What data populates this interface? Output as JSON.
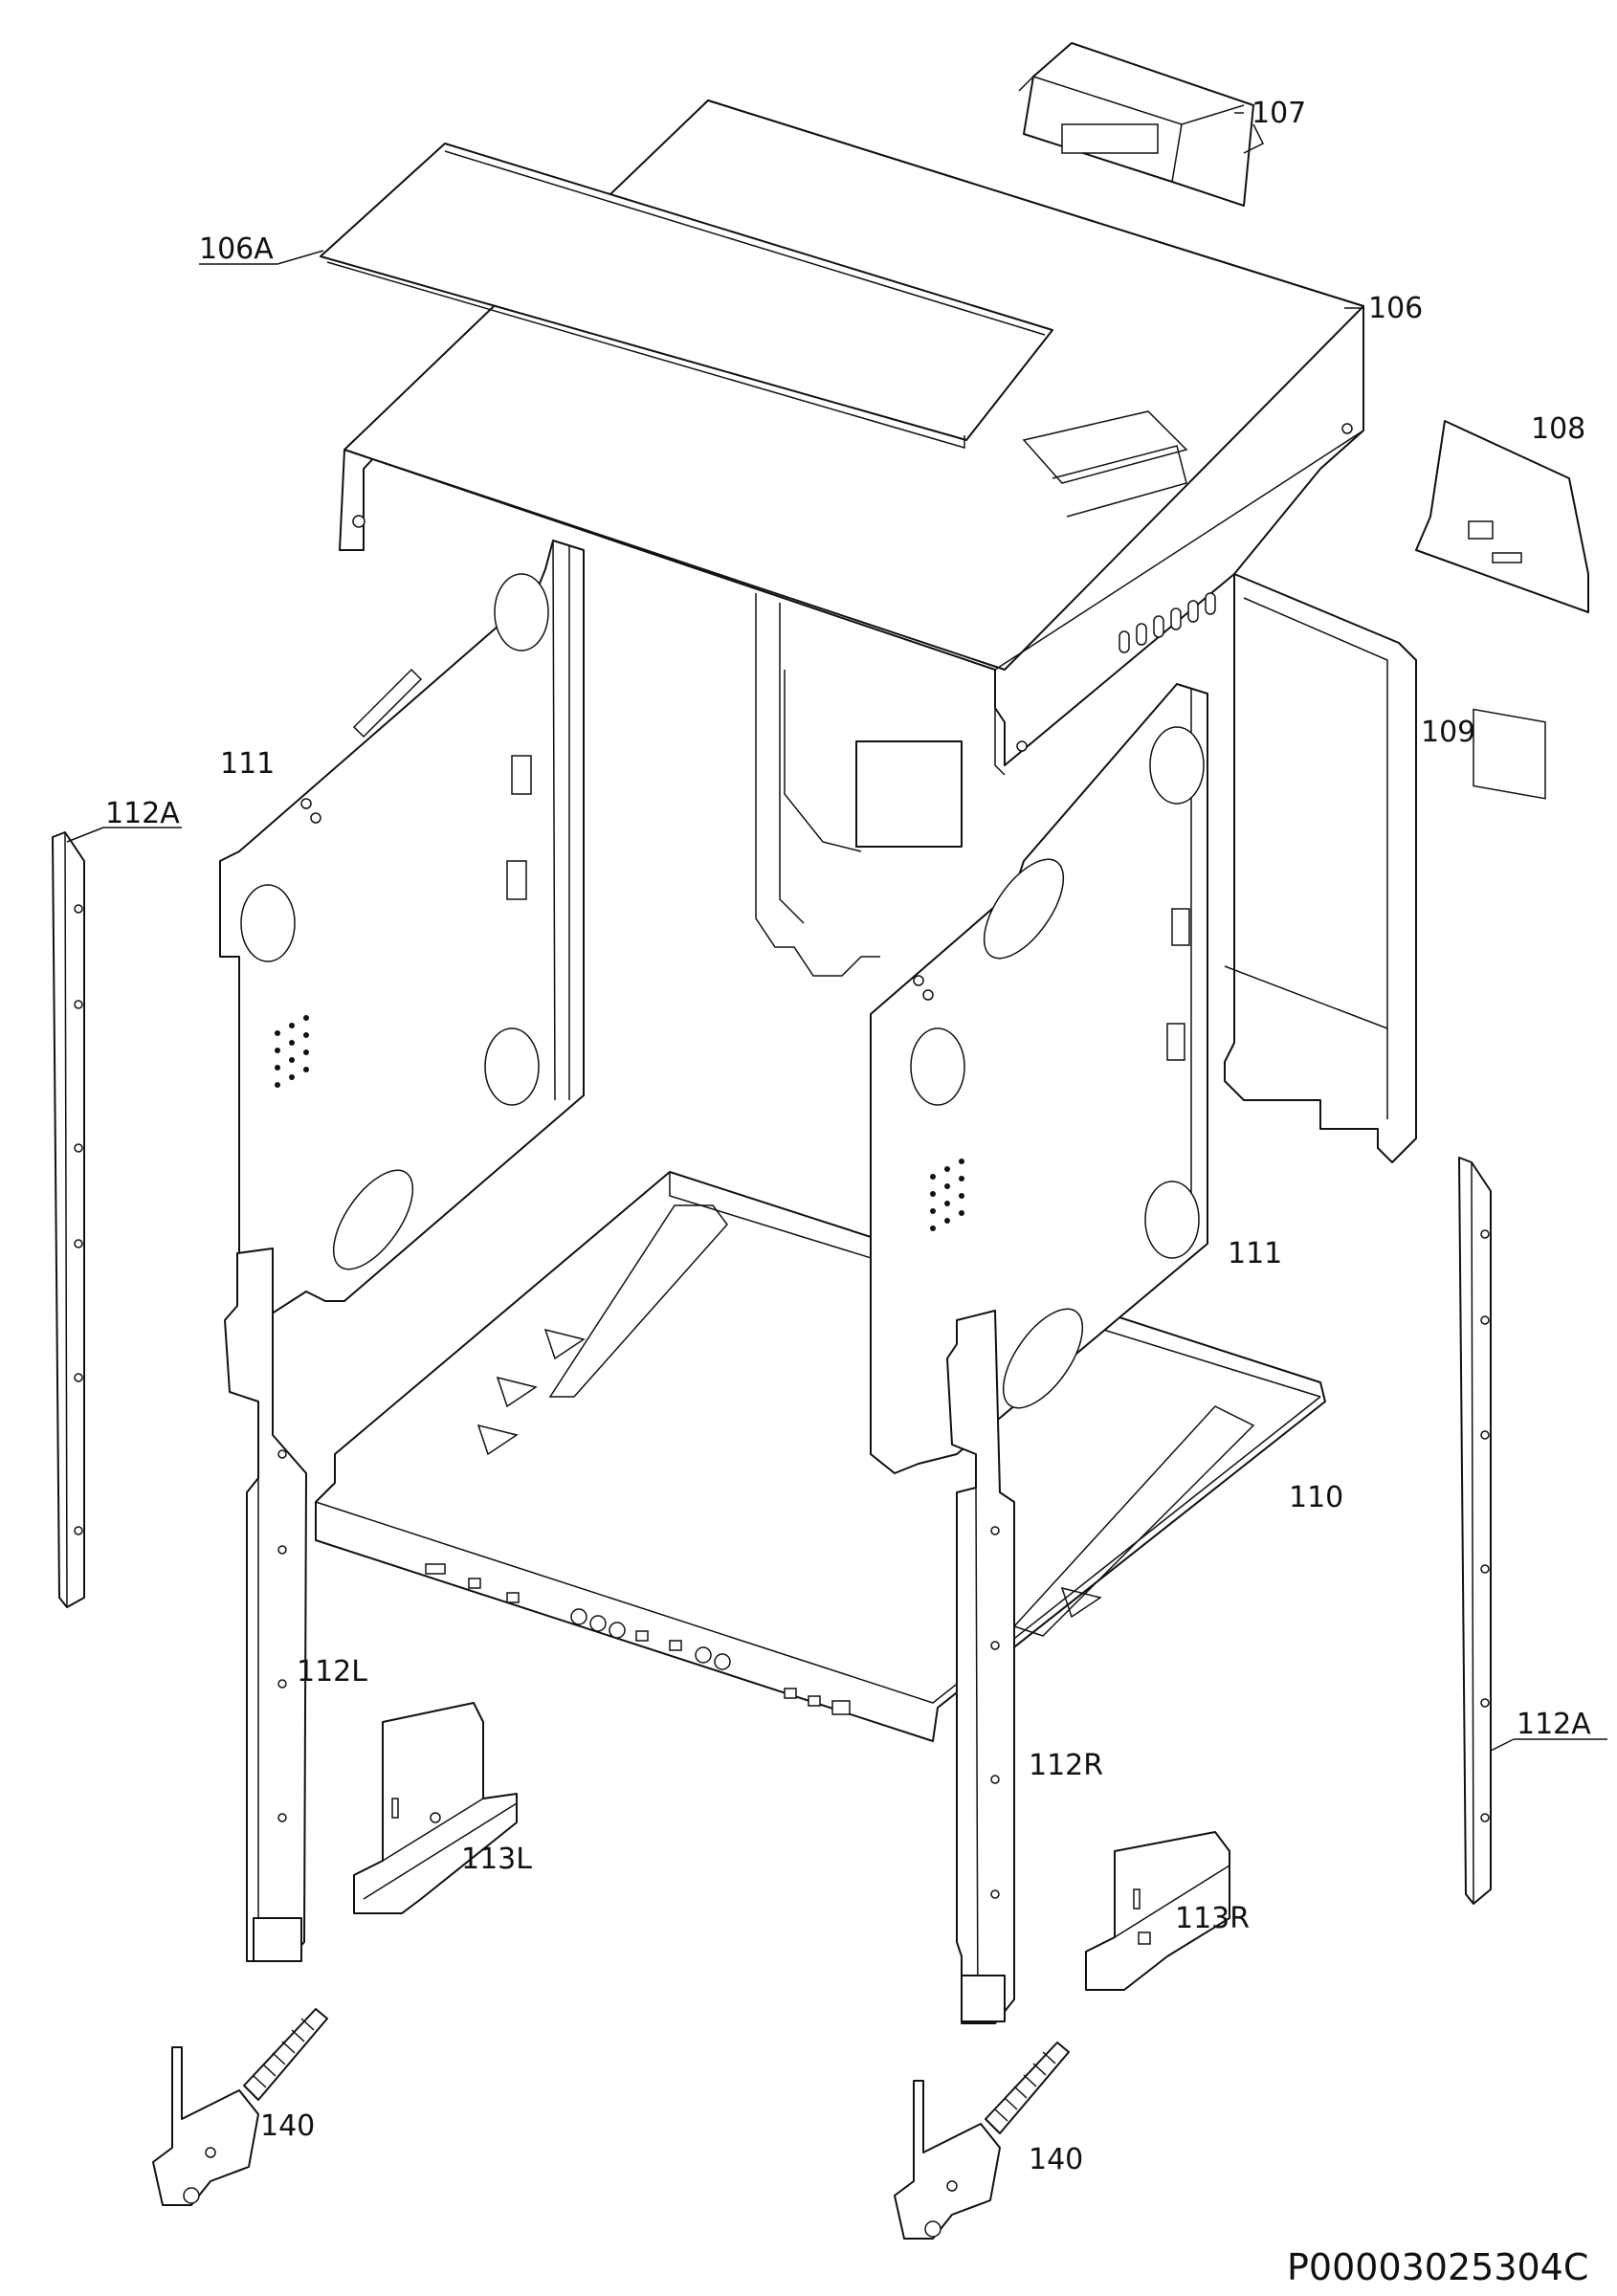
{
  "labels": {
    "p107": "107",
    "p106a": "106A",
    "p106": "106",
    "p108": "108",
    "p109": "109",
    "p111_left": "111",
    "p111_right": "111",
    "p112a_left": "112A",
    "p112a_right": "112A",
    "p110": "110",
    "p112l": "112L",
    "p112r": "112R",
    "p113l": "113L",
    "p113r": "113R",
    "p140_left": "140",
    "p140_right": "140"
  },
  "drawing_reference": "P00003025304C",
  "colors": {
    "line": "#111111",
    "background": "#ffffff"
  }
}
